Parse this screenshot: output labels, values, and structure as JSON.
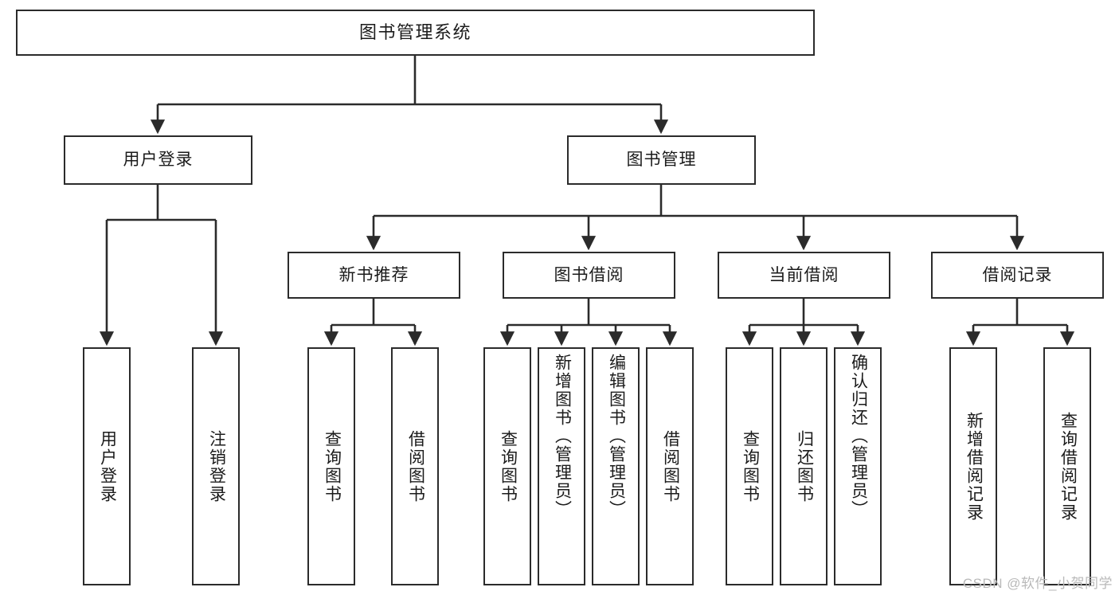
{
  "diagram": {
    "title": "图书管理系统",
    "type": "tree",
    "orientation": "top-down",
    "colors": {
      "node_border": "#2b2b2b",
      "node_fill": "#ffffff",
      "edge": "#2b2b2b",
      "text": "#1b1b1b",
      "watermark": "#b9b9b9",
      "background": "#ffffff"
    }
  },
  "watermark": {
    "text": "CSDN @软件_小贺同学"
  },
  "nodes": {
    "root": {
      "label": "图书管理系统"
    },
    "level2": [
      {
        "label": "用户登录"
      },
      {
        "label": "图书管理"
      }
    ],
    "level3": [
      {
        "label": "新书推荐"
      },
      {
        "label": "图书借阅"
      },
      {
        "label": "当前借阅"
      },
      {
        "label": "借阅记录"
      }
    ],
    "leaves": {
      "user_login": [
        {
          "label": "用户登录"
        },
        {
          "label": "注销登录"
        }
      ],
      "new_book": [
        {
          "label": "查询图书"
        },
        {
          "label": "借阅图书"
        }
      ],
      "book_borrow": [
        {
          "label": "查询图书"
        },
        {
          "label": "新增图书（管理员）"
        },
        {
          "label": "编辑图书（管理员）"
        },
        {
          "label": "借阅图书"
        }
      ],
      "current_borrow": [
        {
          "label": "查询图书"
        },
        {
          "label": "归还图书"
        },
        {
          "label": "确认归还（管理员）"
        }
      ],
      "borrow_record": [
        {
          "label": "新增借阅记录"
        },
        {
          "label": "查询借阅记录"
        }
      ]
    }
  }
}
